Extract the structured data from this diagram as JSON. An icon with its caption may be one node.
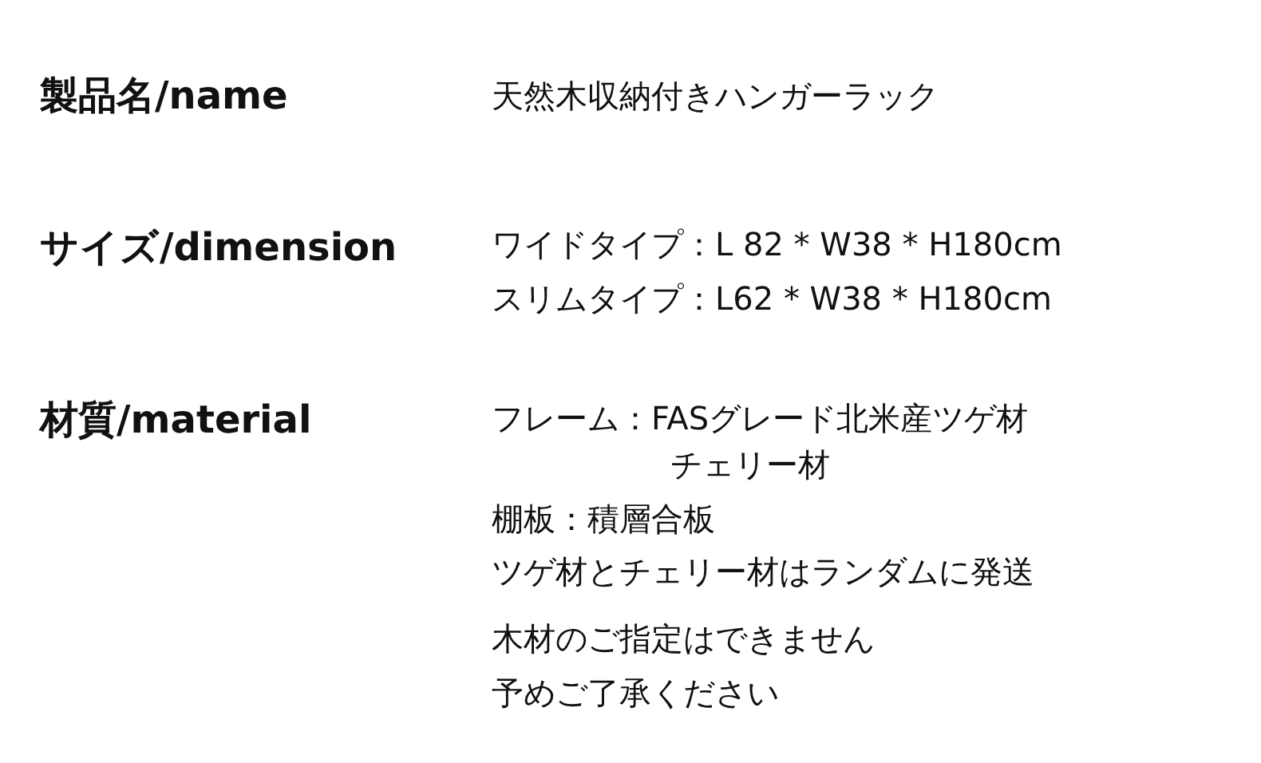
{
  "diagram": {
    "labels": [
      "製品名/name",
      "天然木収納付きハンガーラック",
      "サイズ/dimension",
      "ワイドタイプ：L 82 * W38 * H180cm",
      "スリムタイプ：L62 * W38 * H180cm",
      "材質/material",
      "フレーム：FASグレード北米産ツゲ材",
      "チェリー材",
      "棚板：積層合板",
      "ツゲ材とチェリー材はランダムに発送",
      "木材のご指定はできません",
      "予めご了承ください"
    ]
  }
}
